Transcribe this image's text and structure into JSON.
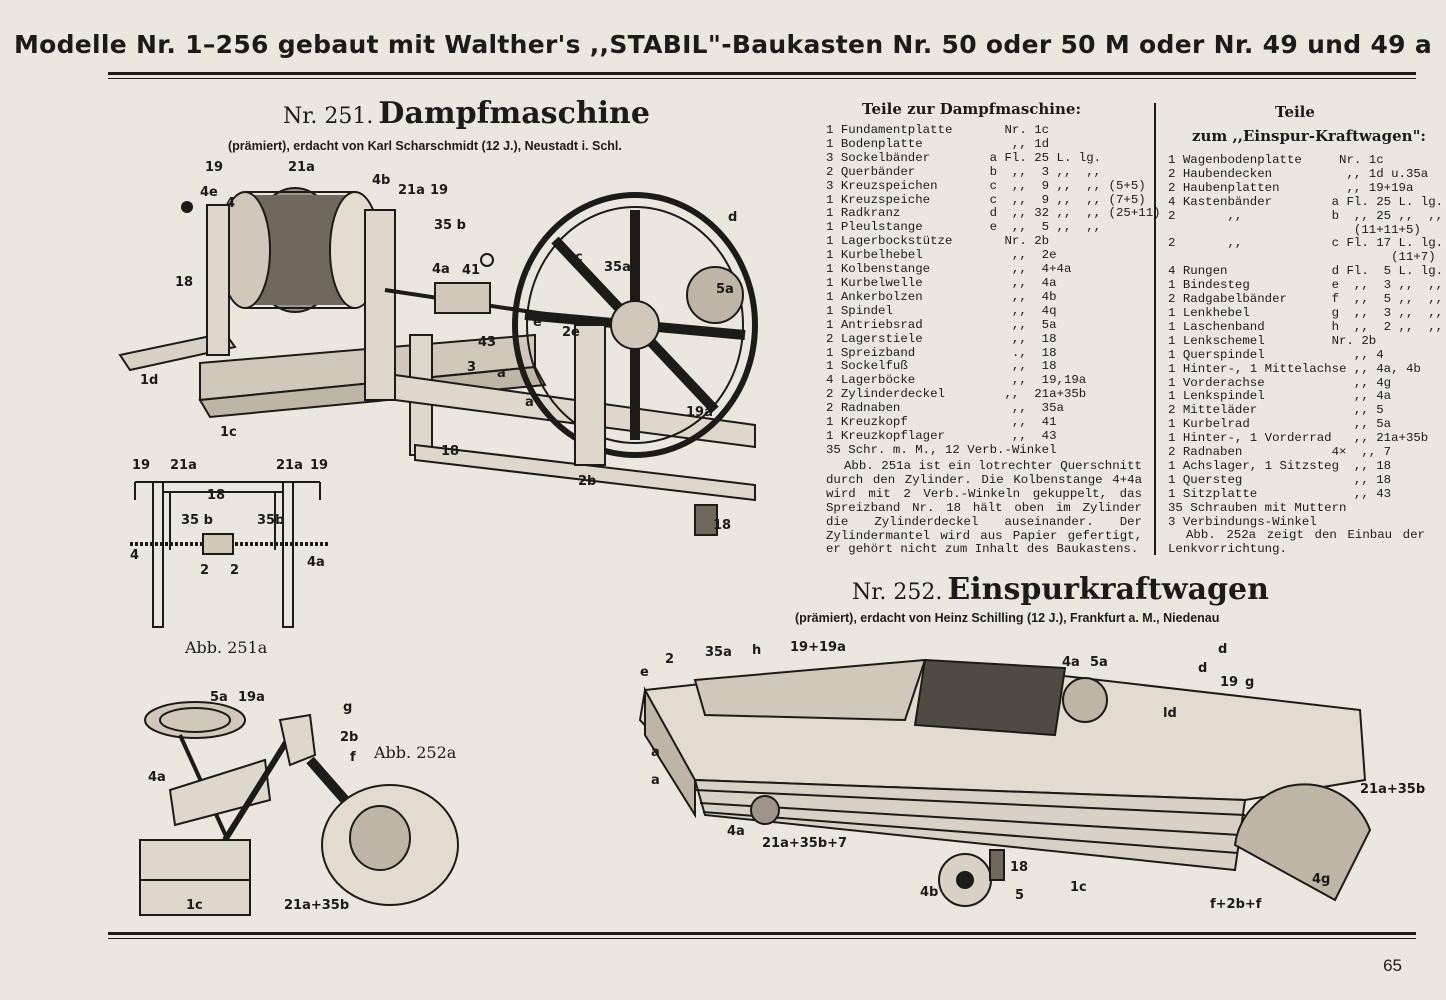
{
  "header": {
    "title": "Modelle Nr. 1–256 gebaut mit Walther's ,,STABIL\"-Baukasten Nr. 50 oder 50 M oder Nr. 49 und 49 a"
  },
  "model251": {
    "nr": "Nr. 251.",
    "name": "Dampfmaschine",
    "credit": "(prämiert), erdacht von Karl Scharschmidt (12 J.), Neustadt i. Schl.",
    "labels": [
      "19",
      "21a",
      "4b",
      "21a",
      "19",
      "4e",
      "4",
      "35 b",
      "18",
      "4a",
      "41",
      "c",
      "d",
      "c",
      "35a",
      "5a",
      "1d",
      "e",
      "2e",
      "43",
      "3",
      "a",
      "1c",
      "a",
      "19a",
      "18",
      "2b",
      "18"
    ]
  },
  "abb251a": {
    "caption": "Abb. 251a",
    "labels": [
      "19",
      "21a",
      "21a",
      "19",
      "18",
      "35 b",
      "35b",
      "4",
      "2",
      "2",
      "4a"
    ]
  },
  "parts251": {
    "heading": "Teile zur Dampfmaschine:",
    "rows": [
      "1 Fundamentplatte       Nr. 1c",
      "1 Bodenplatte            ,, 1d",
      "3 Sockelbänder        a Fl. 25 L. lg.",
      "2 Querbänder          b  ,,  3 ,,  ,,",
      "3 Kreuzspeichen       c  ,,  9 ,,  ,, (5+5)",
      "1 Kreuzspeiche        c  ,,  9 ,,  ,, (7+5)",
      "1 Radkranz            d  ,, 32 ,,  ,, (25+11)",
      "1 Pleulstange         e  ,,  5 ,,  ,,",
      "1 Lagerbockstütze       Nr. 2b",
      "1 Kurbelhebel            ,,  2e",
      "1 Kolbenstange           ,,  4+4a",
      "1 Kurbelwelle            ,,  4a",
      "1 Ankerbolzen            ,,  4b",
      "1 Spindel                ,,  4q",
      "1 Antriebsrad            ,,  5a",
      "2 Lagerstiele            ,,  18",
      "1 Spreizband             .,  18",
      "1 Sockelfuß              ,,  18",
      "4 Lagerböcke             ,,  19,19a",
      "2 Zylinderdeckel        ,,  21a+35b",
      "2 Radnaben               ,,  35a",
      "1 Kreuzkopf              ,,  41",
      "1 Kreuzkopflager         ,,  43",
      "35 Schr. m. M., 12 Verb.-Winkel"
    ],
    "note": "Abb. 251a ist ein lotrechter Querschnitt durch den Zylinder. Die Kolbenstange 4+4a wird mit 2 Verb.-Winkeln gekuppelt, das Spreizband Nr. 18 hält oben im Zylinder die Zylinderdeckel auseinander. Der Zylindermantel wird aus Papier gefertigt, er gehört nicht zum Inhalt des Baukastens."
  },
  "parts252": {
    "heading1": "Teile",
    "heading2": "zum ,,Einspur-Kraftwagen\":",
    "rows": [
      "1 Wagenbodenplatte     Nr. 1c",
      "2 Haubendecken          ,, 1d u.35a",
      "2 Haubenplatten         ,, 19+19a",
      "4 Kastenbänder        a Fl. 25 L. lg.",
      "2       ,,            b  ,, 25 ,,  ,,",
      "                         (11+11+5)",
      "2       ,,            c Fl. 17 L. lg.",
      "                              (11+7)",
      "4 Rungen              d Fl.  5 L. lg.",
      "1 Bindesteg           e  ,,  3 ,,  ,,",
      "2 Radgabelbänder      f  ,,  5 ,,  ,,",
      "1 Lenkhebel           g  ,,  3 ,,  ,,",
      "1 Laschenband         h  ,,  2 ,,  ,,",
      "1 Lenkschemel         Nr. 2b",
      "1 Querspindel            ,, 4",
      "1 Hinter-, 1 Mittelachse ,, 4a, 4b",
      "1 Vorderachse            ,, 4g",
      "1 Lenkspindel            ,, 4a",
      "2 Mitteläder             ,, 5",
      "1 Kurbelrad              ,, 5a",
      "1 Hinter-, 1 Vorderrad   ,, 21a+35b",
      "2 Radnaben            4×  ,, 7",
      "1 Achslager, 1 Sitzsteg  ,, 18",
      "1 Quersteg               ,, 18",
      "1 Sitzplatte             ,, 43",
      "35 Schrauben mit Muttern",
      "3 Verbindungs-Winkel"
    ],
    "note": "Abb. 252a zeigt den Einbau der Lenkvorrichtung."
  },
  "model252": {
    "nr": "Nr. 252.",
    "name": "Einspurkraftwagen",
    "credit": "(prämiert), erdacht von Heinz Schilling (12 J.), Frankfurt a. M., Niedenau",
    "labels": [
      "e",
      "2",
      "35a",
      "h",
      "19+19a",
      "d",
      "4a",
      "5a",
      "d",
      "19",
      "g",
      "ld",
      "a",
      "a",
      "4a",
      "21a+35b",
      "18",
      "1c",
      "4b",
      "5",
      "21a+35b+7",
      "4g",
      "f+2b+f"
    ]
  },
  "abb252a": {
    "caption": "Abb. 252a",
    "labels": [
      "5a",
      "19a",
      "g",
      "2b",
      "f",
      "4a",
      "1c",
      "21a+35b"
    ]
  },
  "footer": {
    "page": "65"
  }
}
